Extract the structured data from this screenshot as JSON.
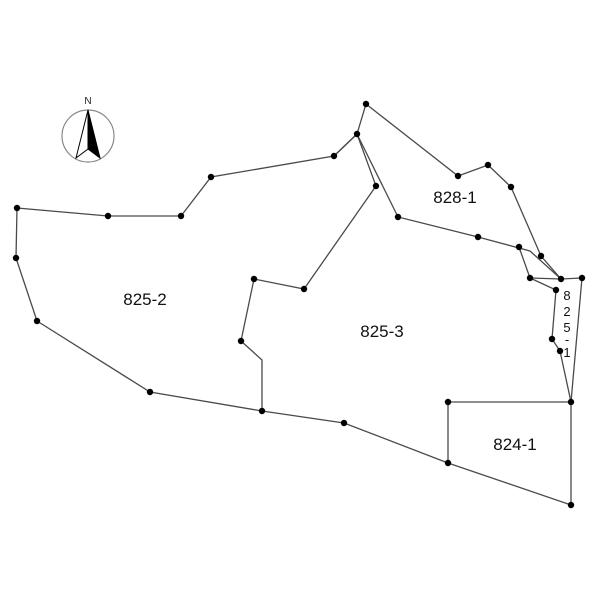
{
  "north_arrow": {
    "letter": "N"
  },
  "parcels": [
    {
      "id": "828-1",
      "label": "828-1"
    },
    {
      "id": "825-2",
      "label": "825-2"
    },
    {
      "id": "825-3",
      "label": "825-3"
    },
    {
      "id": "824-1",
      "label": "824-1"
    },
    {
      "id": "825-1",
      "label": "825-1",
      "label_chars": [
        "8",
        "2",
        "5",
        "-",
        "1"
      ]
    }
  ],
  "colors": {
    "line": "#4a4a4a",
    "vertex": "#000000",
    "background": "#ffffff"
  }
}
